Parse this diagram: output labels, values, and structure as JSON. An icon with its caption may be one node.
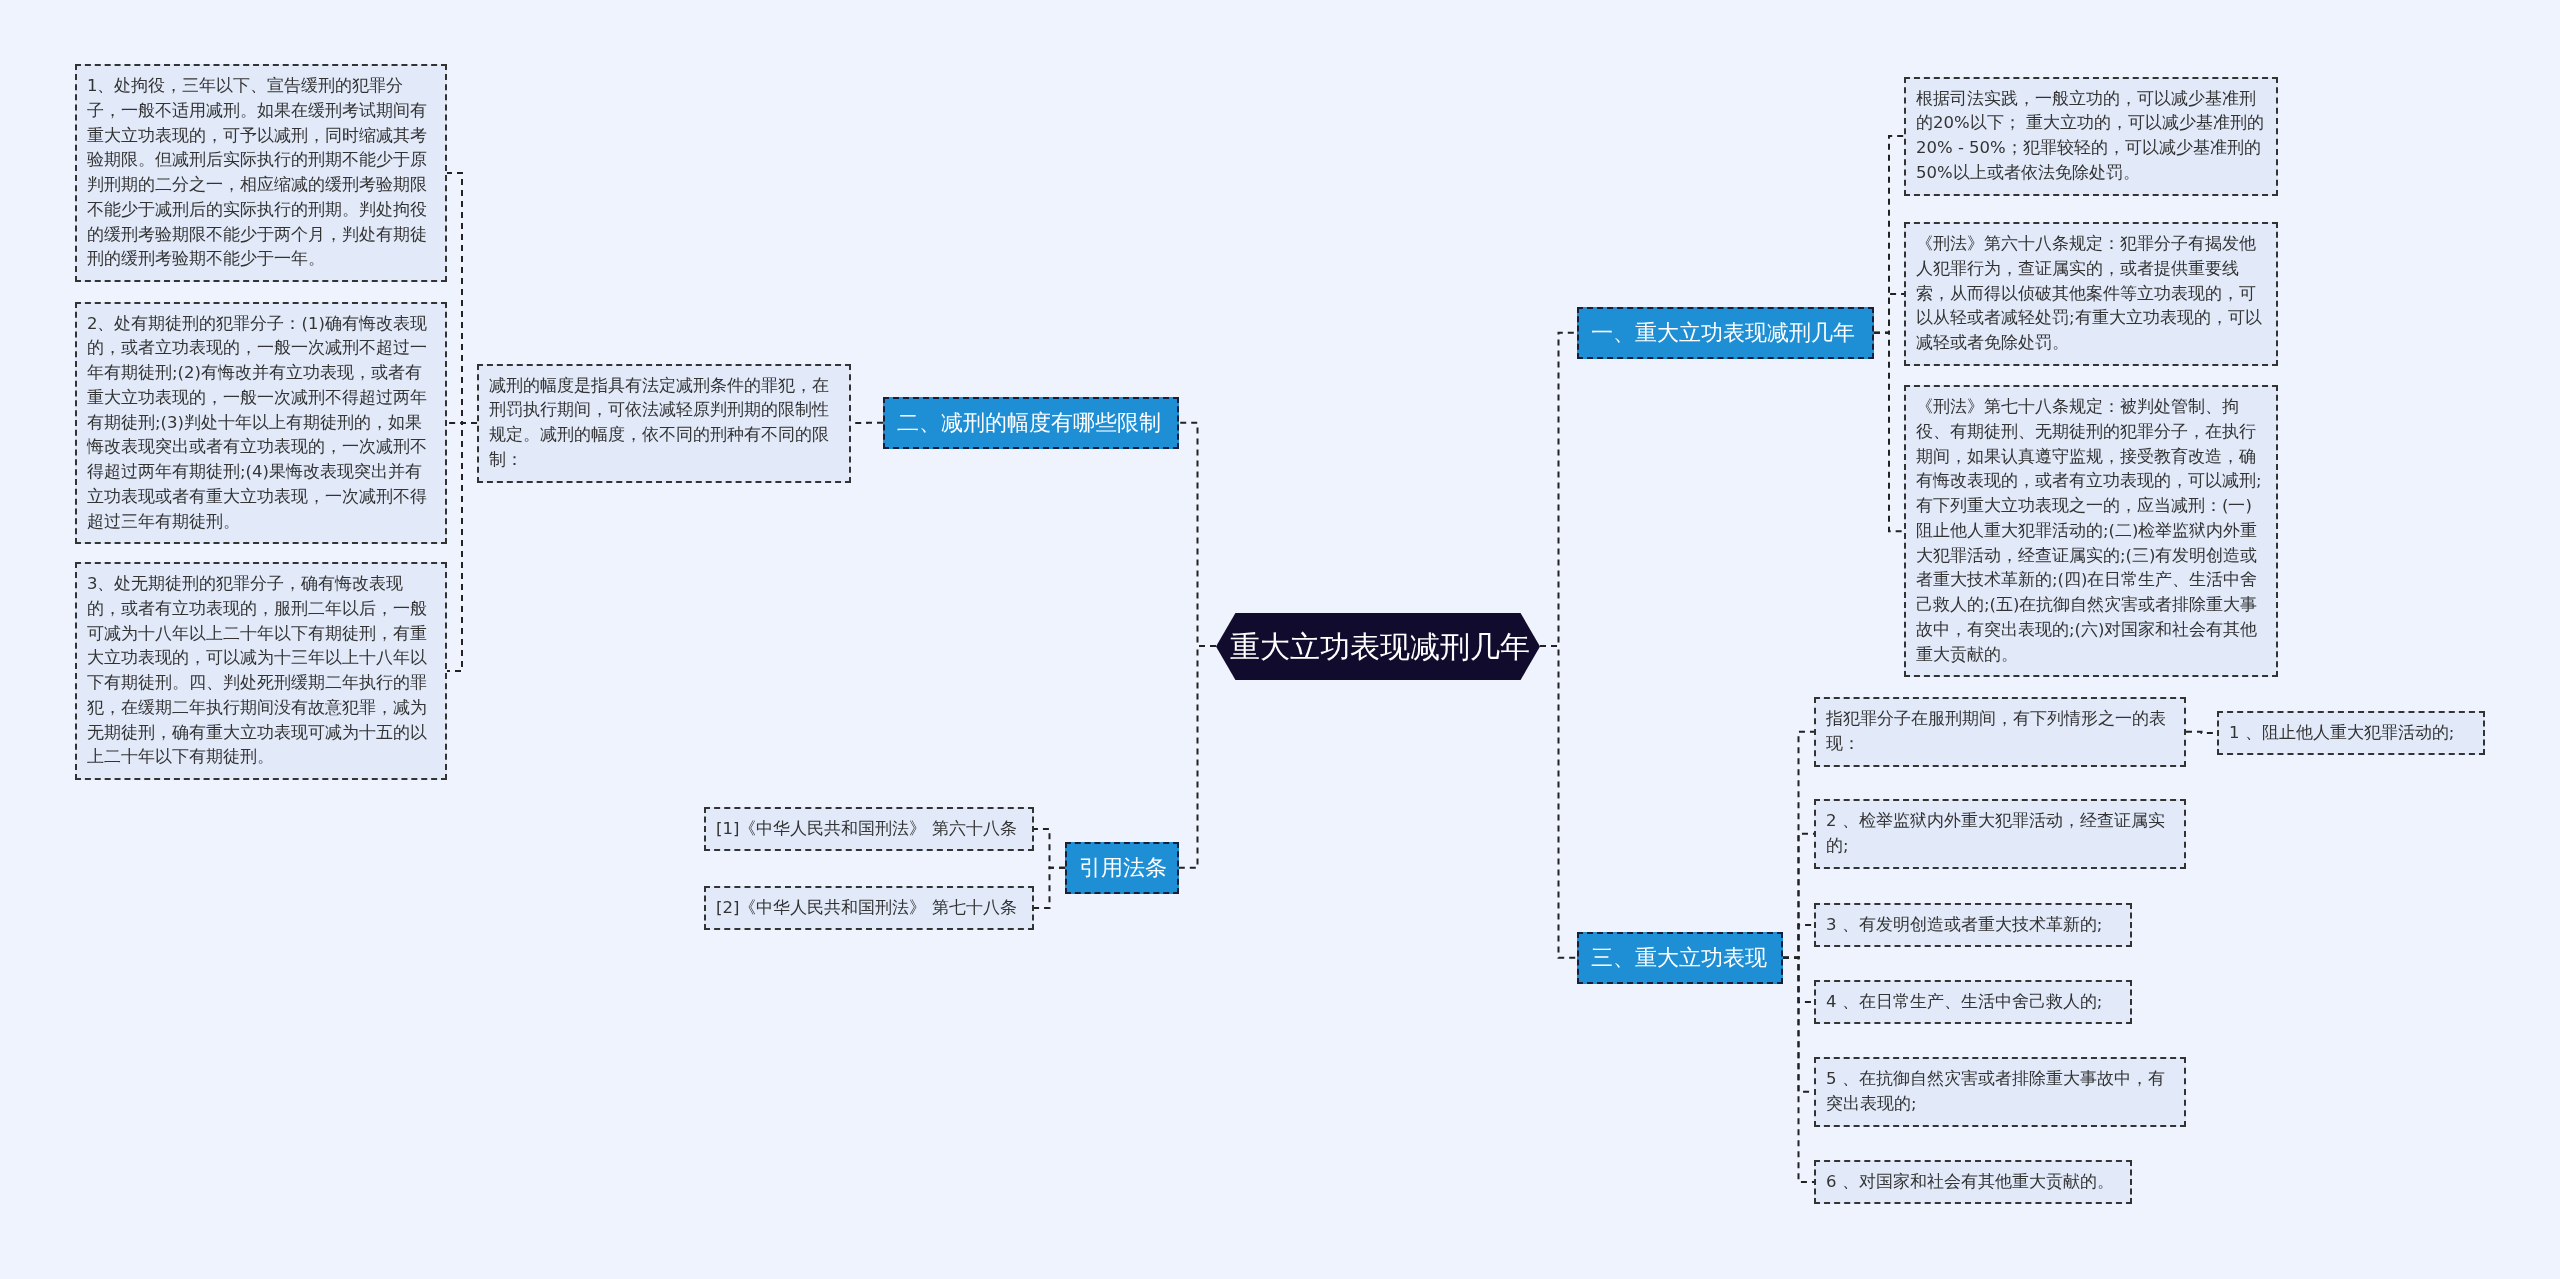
{
  "diagram": {
    "nodes": [
      {
        "text": [
          "重大立功表现减刑几年"
        ]
      },
      {
        "text": [
          "一、重大立功表现减刑几年"
        ]
      },
      {
        "text": [
          "根据司法实践，一般立功的，可以减少基准刑的20%以下； 重大立功的，可以减少基准刑的20% - 50%；犯罪较轻的，可以减少基准刑的50%以上或者依法免除处罚。"
        ]
      },
      {
        "text": [
          "《刑法》第六十八条规定：犯罪分子有揭发他人犯罪行为，查证属实的，或者提供重要线索，从而得以侦破其他案件等立功表现的，可以从轻或者减轻处罚;有重大立功表现的，可以减轻或者免除处罚。"
        ]
      },
      {
        "text": [
          "《刑法》第七十八条规定：被判处管制、拘役、有期徒刑、无期徒刑的犯罪分子，在执行期间，如果认真遵守监规，接受教育改造，确有悔改表现的，或者有立功表现的，可以减刑;有下列重大立功表现之一的，应当减刑：(一)阻止他人重大犯罪活动的;(二)检举监狱内外重大犯罪活动，经查证属实的;(三)有发明创造或者重大技术革新的;(四)在日常生产、生活中舍己救人的;(五)在抗御自然灾害或者排除重大事故中，有突出表现的;(六)对国家和社会有其他重大贡献的。"
        ]
      },
      {
        "text": [
          "二、减刑的幅度有哪些限制"
        ]
      },
      {
        "text": [
          "减刑的幅度是指具有法定减刑条件的罪犯，在刑罚执行期间，可依法减轻原判刑期的限制性规定。减刑的幅度，依不同的刑种有不同的限制："
        ]
      },
      {
        "text": [
          "1、处拘役，三年以下、宣告缓刑的犯罪分子，一般不适用减刑。如果在缓刑考试期间有重大立功表现的，可予以减刑，同时缩减其考验期限。但减刑后实际执行的刑期不能少于原判刑期的二分之一，相应缩减的缓刑考验期限不能少于减刑后的实际执行的刑期。判处拘役的缓刑考验期限不能少于两个月，判处有期徒刑的缓刑考验期不能少于一年。"
        ]
      },
      {
        "text": [
          "2、处有期徒刑的犯罪分子：(1)确有悔改表现的，或者立功表现的，一般一次减刑不超过一年有期徒刑;(2)有悔改并有立功表现，或者有重大立功表现的，一般一次减刑不得超过两年有期徒刑;(3)判处十年以上有期徒刑的，如果悔改表现突出或者有立功表现的，一次减刑不得超过两年有期徒刑;(4)果悔改表现突出并有立功表现或者有重大立功表现，一次减刑不得超过三年有期徒刑。"
        ]
      },
      {
        "text": [
          "3、处无期徒刑的犯罪分子，确有悔改表现的，或者有立功表现的，服刑二年以后，一般可减为十八年以上二十年以下有期徒刑，有重大立功表现的，可以减为十三年以上十八年以下有期徒刑。四、判处死刑缓期二年执行的罪犯，在缓期二年执行期间没有故意犯罪，减为无期徒刑，确有重大立功表现可减为十五的以上二十年以下有期徒刑。"
        ]
      },
      {
        "text": [
          "引用法条"
        ]
      },
      {
        "text": [
          "[1]《中华人民共和国刑法》 第六十八条"
        ]
      },
      {
        "text": [
          "[2]《中华人民共和国刑法》 第七十八条"
        ]
      },
      {
        "text": [
          "三、重大立功表现"
        ]
      },
      {
        "text": [
          "指犯罪分子在服刑期间，有下列情形之一的表现："
        ]
      },
      {
        "text": [
          "1 、阻止他人重大犯罪活动的;"
        ]
      },
      {
        "text": [
          "2 、检举监狱内外重大犯罪活动，经查证属实的;"
        ]
      },
      {
        "text": [
          "3 、有发明创造或者重大技术革新的;"
        ]
      },
      {
        "text": [
          "4 、在日常生产、生活中舍己救人的;"
        ]
      },
      {
        "text": [
          "5 、在抗御自然灾害或者排除重大事故中，有突出表现的;"
        ]
      },
      {
        "text": [
          "6 、对国家和社会有其他重大贡献的。"
        ]
      }
    ],
    "edges": [
      {
        "from": 0,
        "to": 1,
        "arrow": "none",
        "style": "dashed"
      },
      {
        "from": 1,
        "to": 2,
        "arrow": "none",
        "style": "dashed"
      },
      {
        "from": 1,
        "to": 3,
        "arrow": "none",
        "style": "dashed"
      },
      {
        "from": 1,
        "to": 4,
        "arrow": "none",
        "style": "dashed"
      },
      {
        "from": 0,
        "to": 5,
        "arrow": "none",
        "style": "dashed"
      },
      {
        "from": 5,
        "to": 6,
        "arrow": "none",
        "style": "dashed"
      },
      {
        "from": 6,
        "to": 7,
        "arrow": "none",
        "style": "dashed"
      },
      {
        "from": 6,
        "to": 8,
        "arrow": "none",
        "style": "dashed"
      },
      {
        "from": 6,
        "to": 9,
        "arrow": "none",
        "style": "dashed"
      },
      {
        "from": 0,
        "to": 10,
        "arrow": "none",
        "style": "dashed"
      },
      {
        "from": 10,
        "to": 11,
        "arrow": "none",
        "style": "dashed"
      },
      {
        "from": 10,
        "to": 12,
        "arrow": "none",
        "style": "dashed"
      },
      {
        "from": 0,
        "to": 13,
        "arrow": "none",
        "style": "dashed"
      },
      {
        "from": 13,
        "to": 14,
        "arrow": "none",
        "style": "dashed"
      },
      {
        "from": 14,
        "to": 15,
        "arrow": "none",
        "style": "dashed"
      },
      {
        "from": 13,
        "to": 16,
        "arrow": "none",
        "style": "dashed"
      },
      {
        "from": 13,
        "to": 17,
        "arrow": "none",
        "style": "dashed"
      },
      {
        "from": 13,
        "to": 18,
        "arrow": "none",
        "style": "dashed"
      },
      {
        "from": 13,
        "to": 19,
        "arrow": "none",
        "style": "dashed"
      },
      {
        "from": 13,
        "to": 20,
        "arrow": "none",
        "style": "dashed"
      }
    ]
  }
}
